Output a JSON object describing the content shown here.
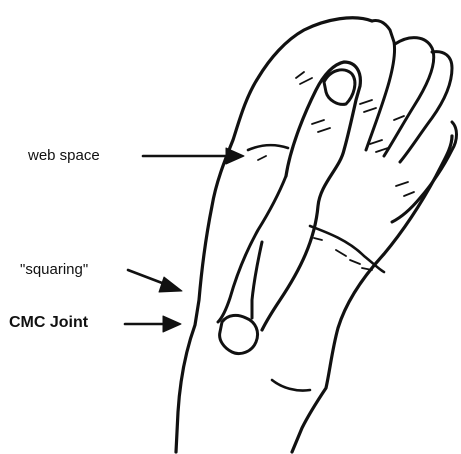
{
  "labels": {
    "web_space": "web space",
    "squaring": "\"squaring\"",
    "cmc_joint": "CMC Joint"
  },
  "colors": {
    "ink": "#111111",
    "background": "#ffffff"
  }
}
